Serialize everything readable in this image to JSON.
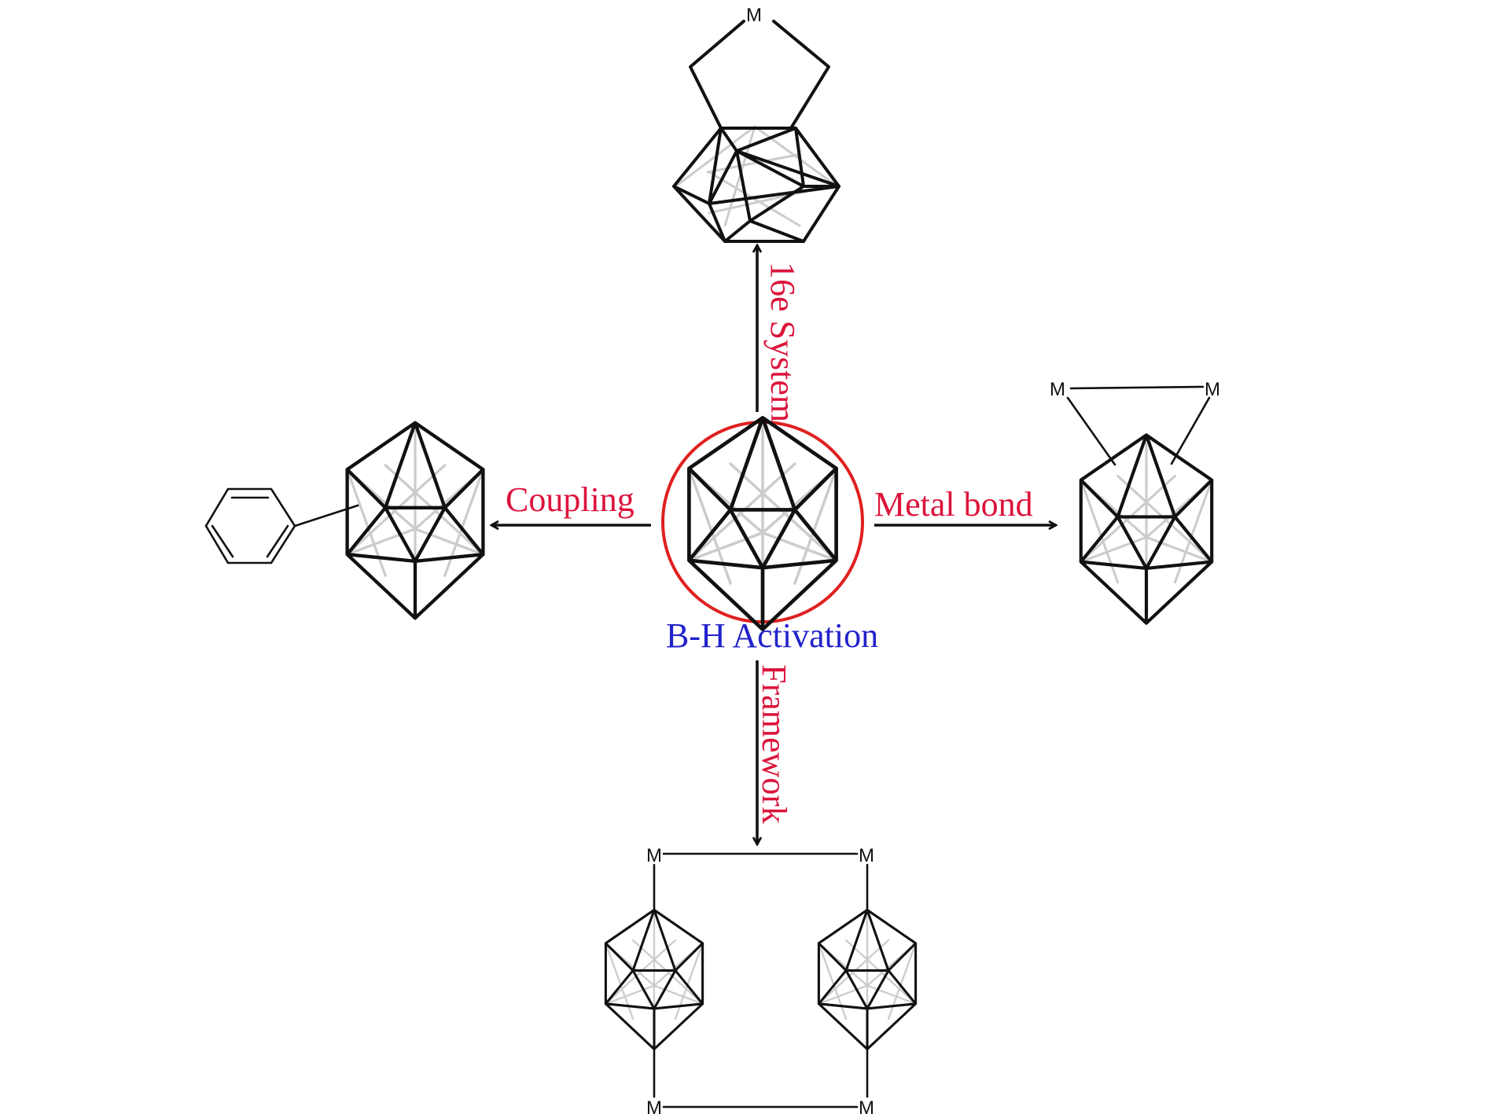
{
  "center": {
    "label": "B-H Activation",
    "highlight_color": "#e02020"
  },
  "reactions": {
    "top": "16e System",
    "left": "Coupling",
    "right": "Metal bond",
    "bottom": "Framework"
  },
  "metal_symbol": "M",
  "colors": {
    "reaction_label": "#dc143c",
    "center_label": "#2222cc",
    "bond": "#111111",
    "back_edge": "#cccccc"
  }
}
